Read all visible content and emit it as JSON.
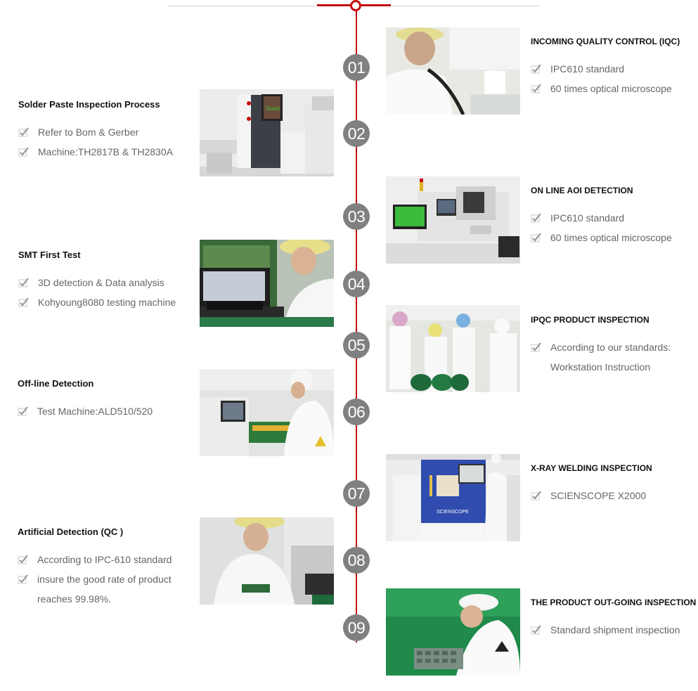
{
  "timeline": {
    "accent_color": "#c40d0d",
    "badge_color": "#808080",
    "steps": [
      "01",
      "02",
      "03",
      "04",
      "05",
      "06",
      "07",
      "08",
      "09"
    ]
  },
  "left": [
    {
      "title": "Solder Paste Inspection Process",
      "items": [
        "Refer to Bom & Gerber",
        "Machine:TH2817B & TH2830A"
      ],
      "photo": "KOHYOUNG inspection machine with 'Good' on screen"
    },
    {
      "title": "SMT First Test",
      "items": [
        "3D detection & Data analysis",
        "Kohyoung8080 testing machine"
      ],
      "photo": "Operator at computer testing PCB"
    },
    {
      "title": "Off-line Detection",
      "items": [
        "Test Machine:ALD510/520"
      ],
      "photo": "Worker at off-line detection station"
    },
    {
      "title": "Artificial Detection (QC )",
      "items": [
        "According to IPC-610 standard",
        "insure the good rate of product"
      ],
      "continuation": "reaches 99.98%.",
      "photo": "Worker manually inspecting boards"
    }
  ],
  "right": [
    {
      "title": "INCOMING QUALITY CONTROL (IQC)",
      "items": [
        "IPC610 standard",
        "60 times optical microscope"
      ],
      "photo": "Worker inspecting incoming components"
    },
    {
      "title": "ON LINE AOI DETECTION",
      "items": [
        "IPC610 standard",
        "60 times optical microscope"
      ],
      "photo": "AOI detection machine"
    },
    {
      "title": "IPQC PRODUCT INSPECTION",
      "items": [
        "According to our standards:"
      ],
      "continuation": "Workstation Instruction",
      "photo": "Team of workers in cleanroom"
    },
    {
      "title": "X-RAY WELDING INSPECTION",
      "items": [
        "SCIENSCOPE X2000"
      ],
      "photo": "SCIENSCOPE X-ray machine with operator",
      "machine_label": "SCIENSCOPE"
    },
    {
      "title": "THE PRODUCT OUT-GOING INSPECTION",
      "items": [
        "Standard shipment inspection"
      ],
      "photo": "Worker doing outgoing inspection"
    }
  ],
  "icons": {
    "check": "checkbox-check-icon"
  }
}
